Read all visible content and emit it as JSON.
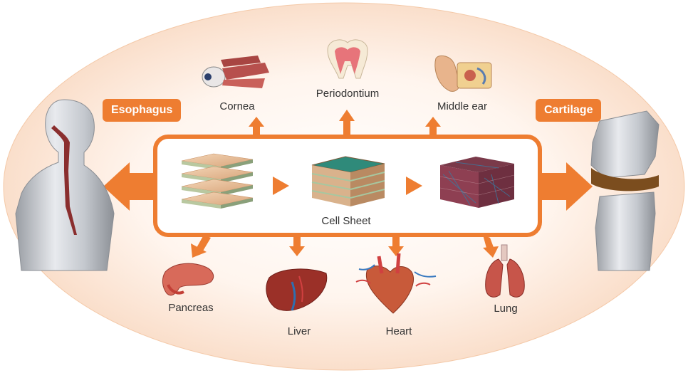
{
  "center": {
    "label": "Cell Sheet"
  },
  "side_targets": {
    "left": "Esophagus",
    "right": "Cartilage"
  },
  "top_targets": [
    "Cornea",
    "Periodontium",
    "Middle ear"
  ],
  "bottom_targets": [
    "Pancreas",
    "Liver",
    "Heart",
    "Lung"
  ],
  "colors": {
    "accent": "#ee7d31",
    "ellipse_fill": "#fbe3d0",
    "box_stroke": "#ee7d31"
  }
}
